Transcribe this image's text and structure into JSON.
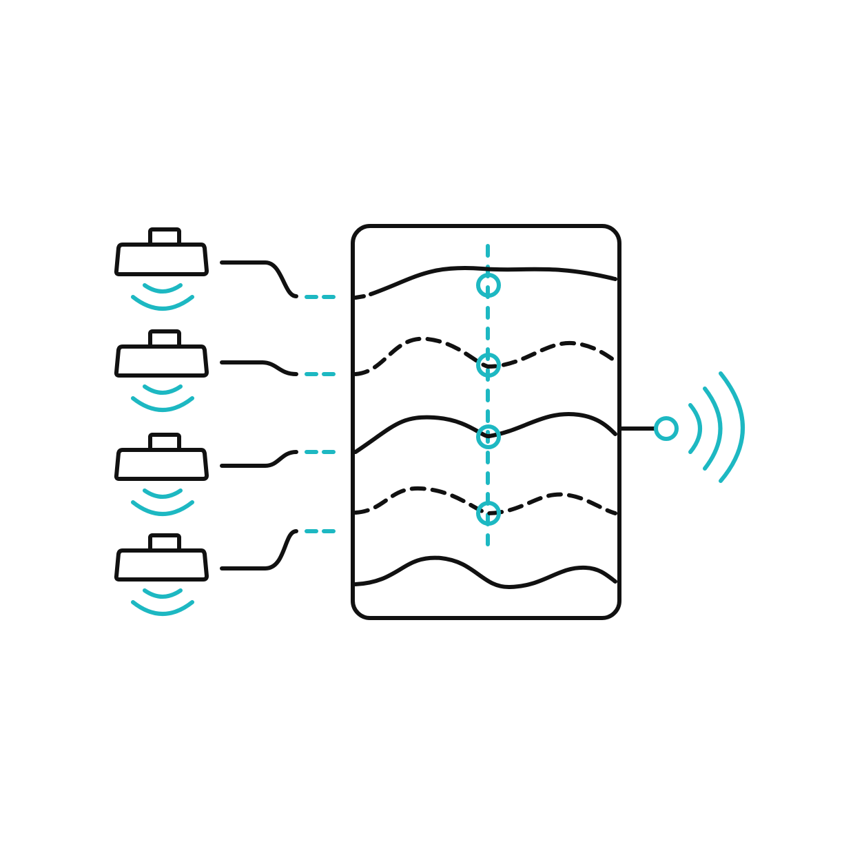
{
  "diagram": {
    "colors": {
      "line": "#111111",
      "accent": "#1db8c2",
      "background": "#ffffff"
    },
    "icons": {
      "sensor": "sensor-icon",
      "emission": "signal-waves-icon",
      "hub": "processor-panel-icon",
      "output": "wireless-broadcast-icon"
    },
    "sensor_count": 4,
    "signal_tracks": [
      {
        "style": "solid"
      },
      {
        "style": "dashed"
      },
      {
        "style": "solid"
      },
      {
        "style": "dashed"
      },
      {
        "style": "solid"
      }
    ],
    "sync_points": 4
  }
}
